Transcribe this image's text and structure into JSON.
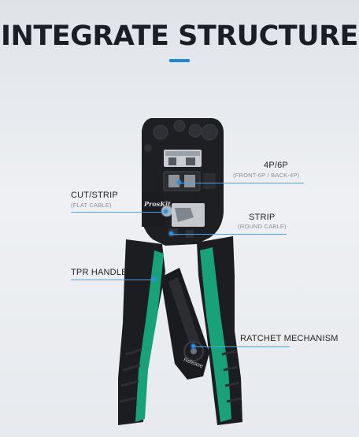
{
  "title": "INTEGRATE STRUCTURE",
  "colors": {
    "accent": "#1f88d8",
    "handle_green": "#19a27a",
    "body_black": "#1c1d20",
    "callout_line": "#4da3e6"
  },
  "tool": {
    "brand": "ProsKit",
    "release_label": "Release"
  },
  "callouts": {
    "four_six_p": {
      "label": "4P/6P",
      "sublabel": "(FRONT-6P / BACK-4P)"
    },
    "cut_strip": {
      "label": "CUT/STRIP",
      "sublabel": "(FLAT CABLE)"
    },
    "strip": {
      "label": "STRIP",
      "sublabel": "(ROUND CABLE)"
    },
    "tpr_handle": {
      "label": "TPR HANDLE"
    },
    "ratchet": {
      "label": "RATCHET MECHANISM"
    }
  }
}
